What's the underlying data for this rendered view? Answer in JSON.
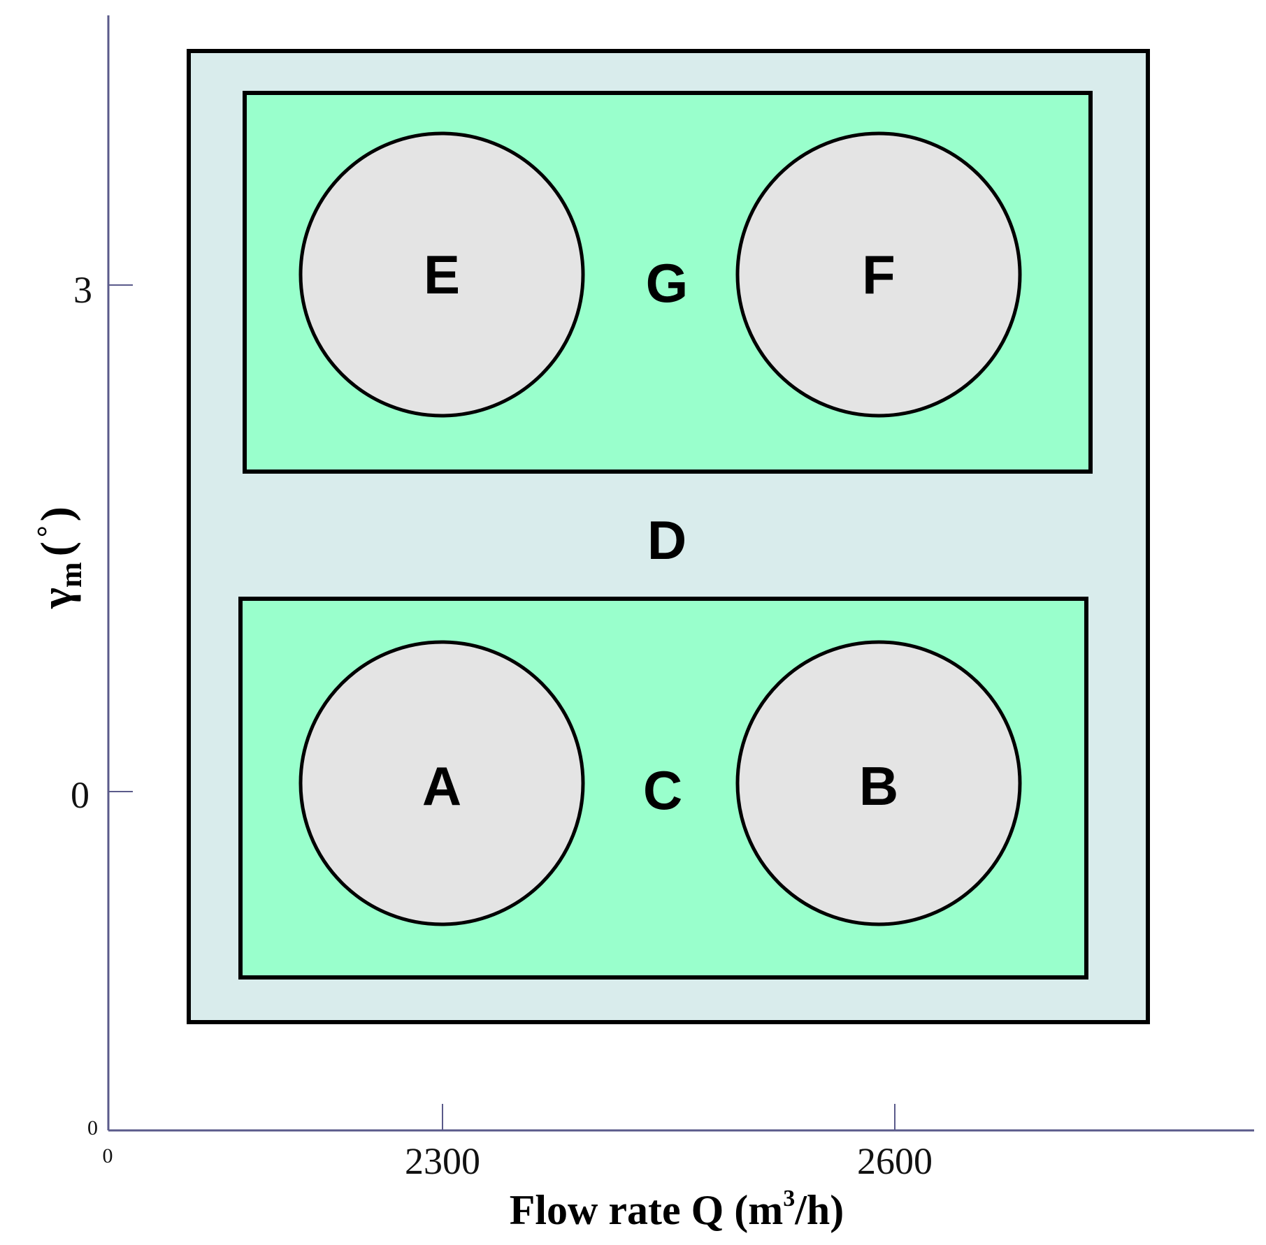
{
  "axes": {
    "x_title": {
      "main": "Flow rate Q (m",
      "sup": "3",
      "tail": "/h)"
    },
    "y_title": {
      "main": "γ",
      "sub": "m",
      "tail": "(",
      "deg": "°",
      "close": ")"
    },
    "x_ticks": [
      "2300",
      "2600"
    ],
    "y_ticks": [
      "3",
      "0"
    ],
    "origin_x": "0",
    "origin_y": "0"
  },
  "regions": {
    "outer": "D",
    "upper_box": "G",
    "lower_box": "C",
    "circles": [
      "E",
      "F",
      "A",
      "B"
    ]
  },
  "colors": {
    "outer_fill": "#d9ecec",
    "box_fill": "#99ffcc",
    "circle_fill": "#e4e4e4",
    "axis": "#5a5a8a",
    "stroke": "#000000"
  }
}
